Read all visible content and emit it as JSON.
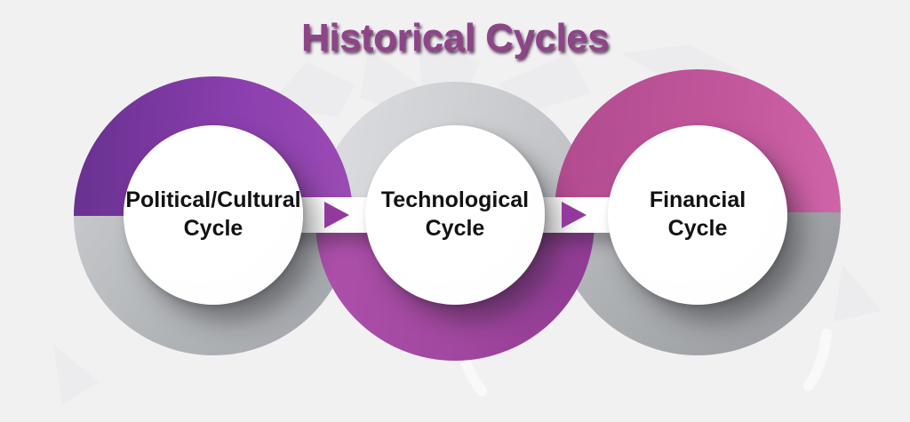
{
  "title": "Historical Cycles",
  "diagram": {
    "nodes": [
      {
        "id": "political-cultural-cycle",
        "label": "Political/Cultural\nCycle",
        "ring_top_color": "#7b3fa0",
        "ring_bottom_color": "#b3b5b8"
      },
      {
        "id": "technological-cycle",
        "label": "Technological\nCycle",
        "ring_top_color": "#cfd0d3",
        "ring_bottom_color": "#a1479f"
      },
      {
        "id": "financial-cycle",
        "label": "Financial\nCycle",
        "ring_top_color": "#c65b9e",
        "ring_bottom_color": "#a8aaad"
      }
    ],
    "arrow_color": "#93399e",
    "title_color": "#8d4588",
    "label_color": "#121212",
    "background_color": "#f1f1f2"
  }
}
